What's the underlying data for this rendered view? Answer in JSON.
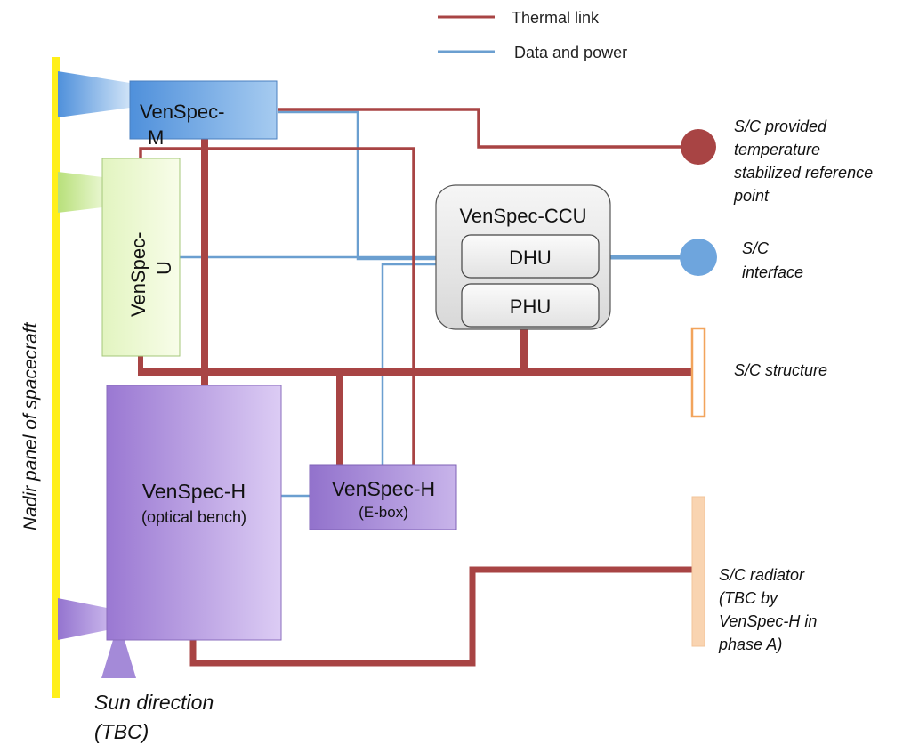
{
  "legend": {
    "thermal_label": "Thermal link",
    "data_label": "Data and power"
  },
  "colors": {
    "thermal": "#a84444",
    "data": "#6b9fd0",
    "nadir_panel": "#ffef1a",
    "venspec_m": "#5f9de0",
    "venspec_u": "#e6f6c4",
    "venspec_h": "#a98ad9",
    "ccu": "#e6e6e6",
    "structure": "#f2a45c",
    "radiator": "#f9d4b1"
  },
  "panel": {
    "label": "Nadir panel of spacecraft"
  },
  "units": {
    "m": {
      "label_line1": "VenSpec-",
      "label_line2": "M"
    },
    "u": {
      "label_line1": "VenSpec-",
      "label_line2": "U"
    },
    "h_bench": {
      "title": "VenSpec-H",
      "subtitle": "(optical bench)"
    },
    "h_ebox": {
      "title": "VenSpec-H",
      "subtitle": "(E-box)"
    },
    "ccu": {
      "title": "VenSpec-CCU",
      "dhu": "DHU",
      "phu": "PHU"
    }
  },
  "sc": {
    "reference_point": [
      "S/C provided",
      "temperature",
      "stabilized reference",
      "point"
    ],
    "interface": [
      "S/C",
      "interface"
    ],
    "structure": "S/C structure",
    "radiator": [
      "S/C radiator",
      "(TBC by",
      "VenSpec-H in",
      "phase A)"
    ]
  },
  "sun": {
    "line1": "Sun direction",
    "line2": "(TBC)"
  }
}
